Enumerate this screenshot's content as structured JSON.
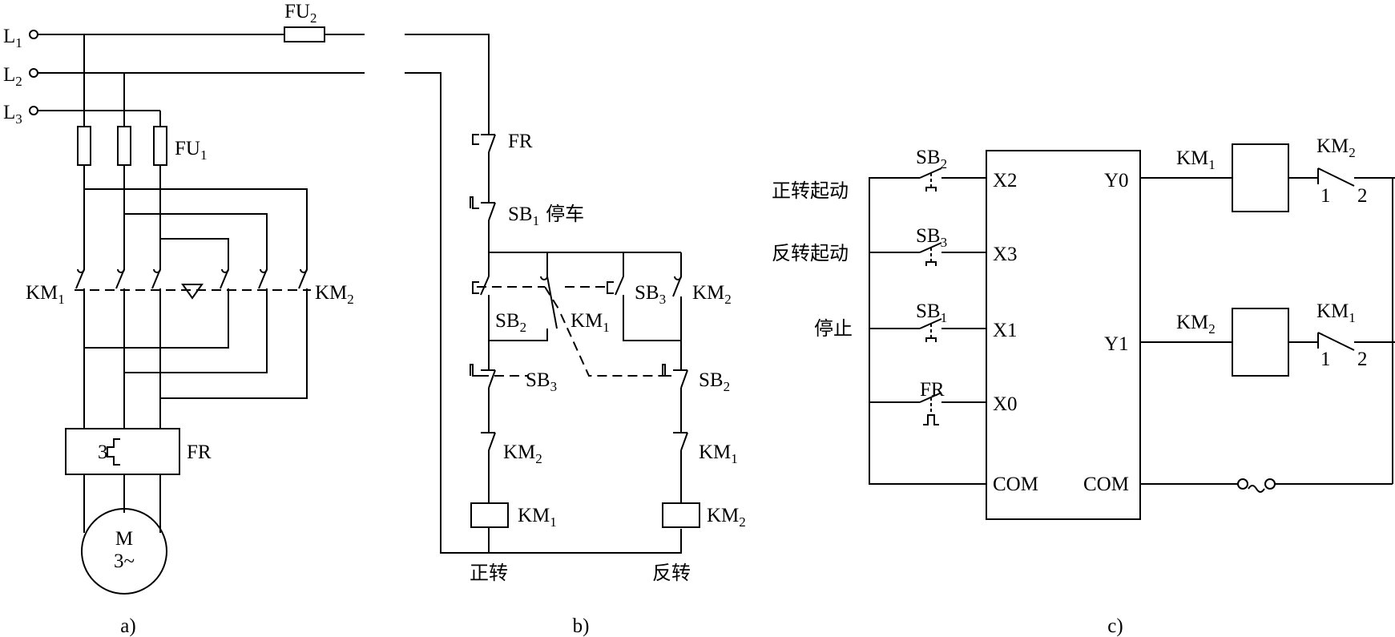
{
  "panel_a": {
    "L1": "L",
    "L1_sub": "1",
    "L2": "L",
    "L2_sub": "2",
    "L3": "L",
    "L3_sub": "3",
    "FU2": "FU",
    "FU2_sub": "2",
    "FU1": "FU",
    "FU1_sub": "1",
    "KM1": "KM",
    "KM1_sub": "1",
    "KM2": "KM",
    "KM2_sub": "2",
    "FR_count": "3",
    "FR": "FR",
    "motor_m": "M",
    "motor_spec": "3~",
    "caption": "a)"
  },
  "panel_b": {
    "FR": "FR",
    "SB1": "SB",
    "SB1_sub": "1",
    "stop": "停车",
    "SB2": "SB",
    "SB2_sub": "2",
    "KM1": "KM",
    "KM1_sub": "1",
    "SB3": "SB",
    "SB3_sub": "3",
    "KM2": "KM",
    "KM2_sub": "2",
    "SB3_low": "SB",
    "SB3_low_sub": "3",
    "SB2_low": "SB",
    "SB2_low_sub": "2",
    "KM2_il": "KM",
    "KM2_il_sub": "2",
    "KM1_il": "KM",
    "KM1_il_sub": "1",
    "KM1_coil": "KM",
    "KM1_coil_sub": "1",
    "KM2_coil": "KM",
    "KM2_coil_sub": "2",
    "forward": "正转",
    "reverse": "反转",
    "caption": "b)"
  },
  "panel_c": {
    "fwd_start": "正转起动",
    "rev_start": "反转起动",
    "stop": "停止",
    "SB2": "SB",
    "SB2_sub": "2",
    "SB3": "SB",
    "SB3_sub": "3",
    "SB1": "SB",
    "SB1_sub": "1",
    "FR": "FR",
    "X2": "X2",
    "X3": "X3",
    "X1": "X1",
    "X0": "X0",
    "COM_in": "COM",
    "Y0": "Y0",
    "Y1": "Y1",
    "COM_out": "COM",
    "KM1_coil": "KM",
    "KM1_coil_sub": "1",
    "KM2_coil": "KM",
    "KM2_coil_sub": "2",
    "KM2_nc": "KM",
    "KM2_nc_sub": "2",
    "KM1_nc": "KM",
    "KM1_nc_sub": "1",
    "pin1_a": "1",
    "pin2_a": "2",
    "pin1_b": "1",
    "pin2_b": "2",
    "caption": "c)"
  }
}
